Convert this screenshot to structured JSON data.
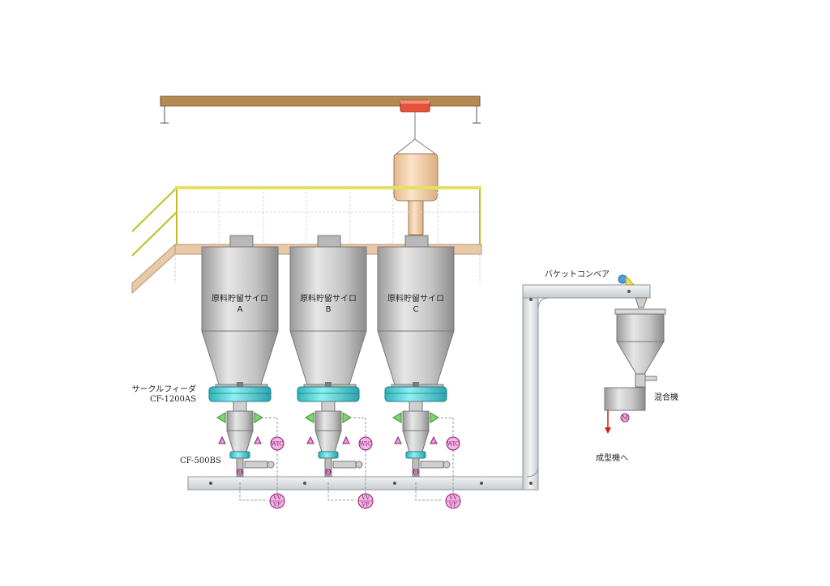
{
  "silos": [
    {
      "line1": "原料貯留サイロ",
      "line2": "A"
    },
    {
      "line1": "原料貯留サイロ",
      "line2": "B"
    },
    {
      "line1": "原料貯留サイロ",
      "line2": "C"
    }
  ],
  "labels": {
    "circle_feeder_name": "サークルフィーダ",
    "circle_feeder_model": "CF-1200AS",
    "small_feeder_model": "CF-500BS",
    "bucket_conveyor": "バケットコンベア",
    "mixer": "混合機",
    "to_molding": "成型機へ"
  },
  "instruments": {
    "wic": "WIC",
    "vvvf_top": "VV",
    "vvvf_bottom": "VF",
    "motor": "M"
  },
  "colors": {
    "silo_body": "#c9c9c9",
    "feeder": "#5fd3d8",
    "platform": "#e8c9a8",
    "railing": "#e6e060",
    "hoist_beam": "#b58a52",
    "hoist_trolley": "#e8503a",
    "bag": "#f3d4b0",
    "conveyor": "#dfe3e6",
    "instrument": "#f0b6e6",
    "outlet_arrow": "#d42020"
  }
}
